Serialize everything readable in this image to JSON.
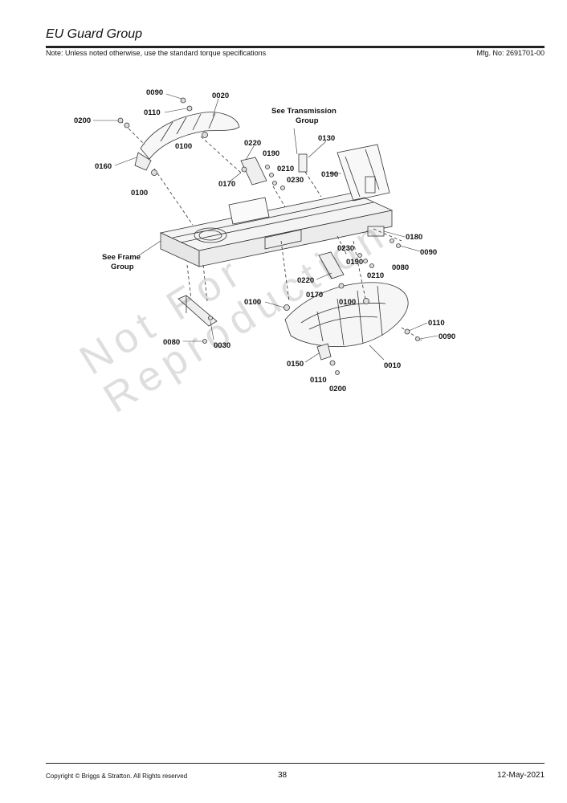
{
  "header": {
    "title": "EU Guard Group",
    "note": "Note: Unless noted otherwise, use the standard torque specifications",
    "mfg": "Mfg. No: 2691701-00"
  },
  "diagram": {
    "labels": {
      "l0090a": "0090",
      "l0020": "0020",
      "l0110a": "0110",
      "l0200a": "0200",
      "l0100a": "0100",
      "l0160": "0160",
      "l0100b": "0100",
      "trans1": "See Transmission",
      "trans2": "Group",
      "l0130": "0130",
      "l0220a": "0220",
      "l0190a": "0190",
      "l0210a": "0210",
      "l0230a": "0230",
      "l0170a": "0170",
      "l0190b": "0190",
      "l0180": "0180",
      "l0090b": "0090",
      "l0230b": "0230",
      "l0190c": "0190",
      "l0080a": "0080",
      "l0210b": "0210",
      "frame1": "See Frame",
      "frame2": "Group",
      "l0220b": "0220",
      "l0170b": "0170",
      "l0100c": "0100",
      "l0100d": "0100",
      "l0110b": "0110",
      "l0090c": "0090",
      "l0080b": "0080",
      "l0030": "0030",
      "l0150": "0150",
      "l0010": "0010",
      "l0110c": "0110",
      "l0200b": "0200"
    }
  },
  "watermark": {
    "line1": "Not For",
    "line2": "Reproduction"
  },
  "footer": {
    "copyright": "Copyright ©  Briggs & Stratton. All Rights reserved",
    "page": "38",
    "date": "12-May-2021"
  }
}
